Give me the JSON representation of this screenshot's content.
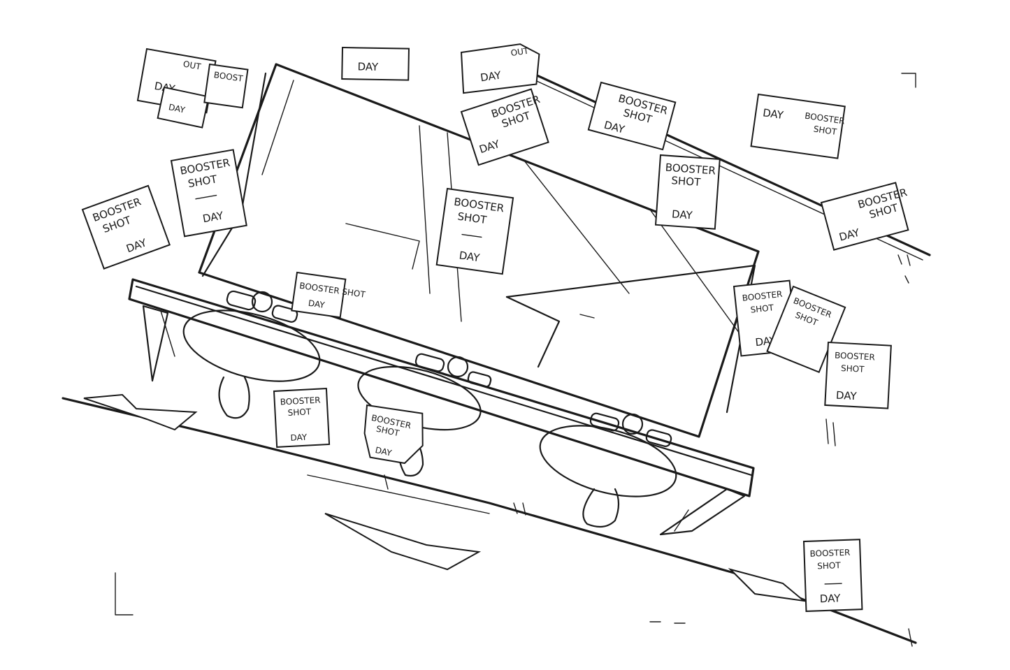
{
  "flyer": {
    "line1": "BOOSTER",
    "line2": "SHOT",
    "line3": "DAY"
  },
  "partial_flyers": {
    "day_only": "DAY",
    "torn_top": "OUT",
    "torn_side": "BOOST",
    "mirrored": "BOOSTER SHOT",
    "scrap_day": "DAY"
  },
  "colors": {
    "ink": "#1a1a1a",
    "paper": "#ffffff"
  }
}
